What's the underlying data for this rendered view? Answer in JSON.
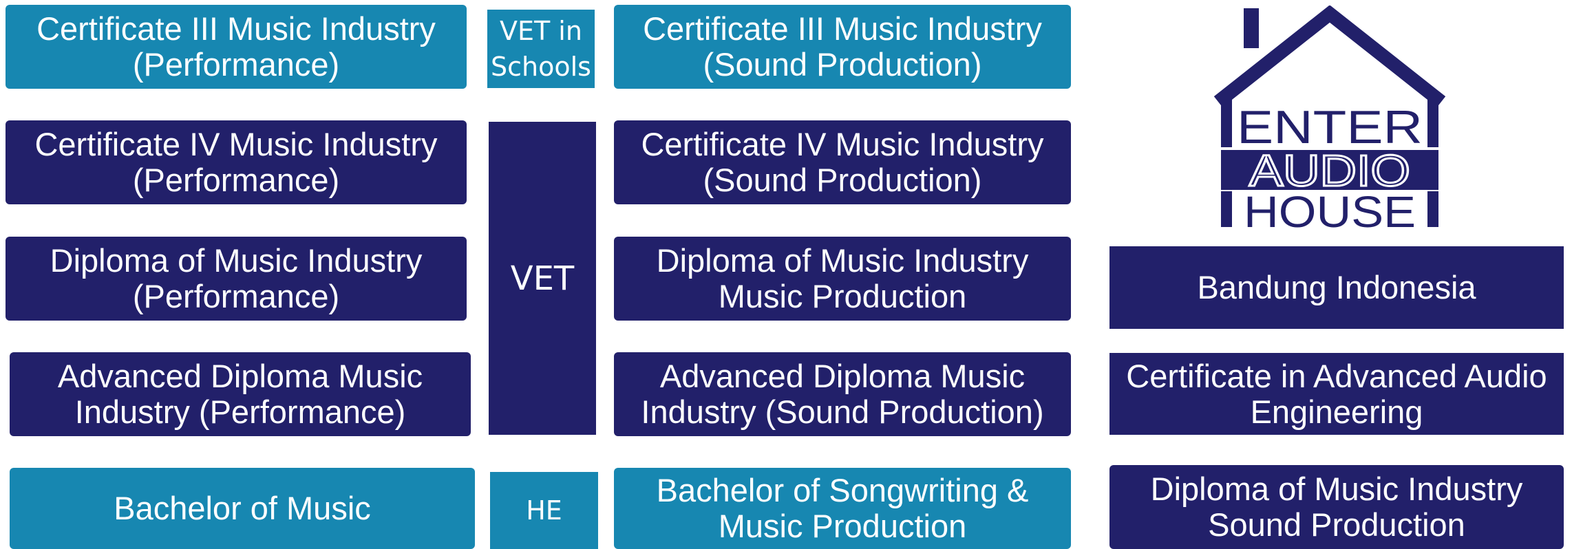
{
  "colors": {
    "teal": "#1787b1",
    "navy": "#22206a",
    "background": "#ffffff"
  },
  "performance": {
    "cert3": "Certificate III Music Industry\n(Performance)",
    "cert4": "Certificate IV Music Industry\n(Performance)",
    "diploma": "Diploma of Music Industry\n(Performance)",
    "adv_diploma": "Advanced Diploma Music\nIndustry (Performance)",
    "bachelor": "Bachelor of Music"
  },
  "categories": {
    "vet_in_schools": "VET in\nSchools",
    "vet": "VET",
    "he": "HE"
  },
  "production": {
    "cert3": "Certificate III Music Industry\n(Sound Production)",
    "cert4": "Certificate IV Music Industry\n(Sound Production)",
    "diploma": "Diploma of Music Industry\nMusic Production",
    "adv_diploma": "Advanced Diploma Music\nIndustry (Sound Production)",
    "bachelor": "Bachelor of Songwriting &\nMusic Production"
  },
  "partner": {
    "logo_line1": "ENTER",
    "logo_line2": "AUDIO",
    "logo_line3": "HOUSE",
    "location": "Bandung Indonesia",
    "cert_advanced": "Certificate in Advanced Audio\nEngineering",
    "diploma_sound": "Diploma of Music Industry\nSound Production"
  }
}
